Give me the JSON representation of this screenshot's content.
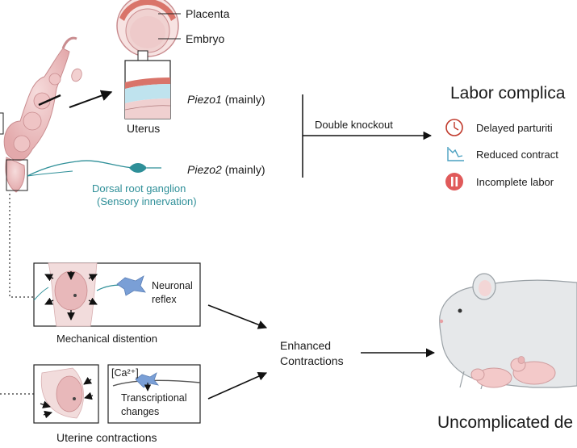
{
  "labels": {
    "placenta": "Placenta",
    "embryo": "Embryo",
    "uterus": "Uterus",
    "piezo1_gene": "Piezo1",
    "piezo1_suffix": " (mainly)",
    "piezo2_gene": "Piezo2",
    "piezo2_suffix": " (mainly)",
    "double_knockout": "Double knockout",
    "drg_line1": "Dorsal root ganglion",
    "drg_line2": "(Sensory innervation)",
    "labor_title": "Labor complica",
    "delayed": "Delayed parturiti",
    "reduced": "Reduced contract",
    "incomplete": "Incomplete labor",
    "neuronal_line1": "Neuronal",
    "neuronal_line2": "reflex",
    "mechanical": "Mechanical distention",
    "ca": "[Ca²⁺]",
    "transcriptional_line1": "Transcriptional",
    "transcriptional_line2": "changes",
    "uterine": "Uterine contractions",
    "enhanced_line1": "Enhanced",
    "enhanced_line2": "Contractions",
    "uncomplicated": "Uncomplicated de"
  },
  "icons": {
    "delayed": "clock-icon",
    "reduced": "declining-graph-icon",
    "incomplete": "pause-icon"
  },
  "colors": {
    "pink_tissue": "#e9b6b8",
    "placenta": "#d9746a",
    "fluid": "#bfe3ee",
    "teal": "#2e8f98",
    "neuron": "#7a9fd6",
    "alert_red": "#e05a5a",
    "mouse_gray": "#e6e8ea"
  }
}
